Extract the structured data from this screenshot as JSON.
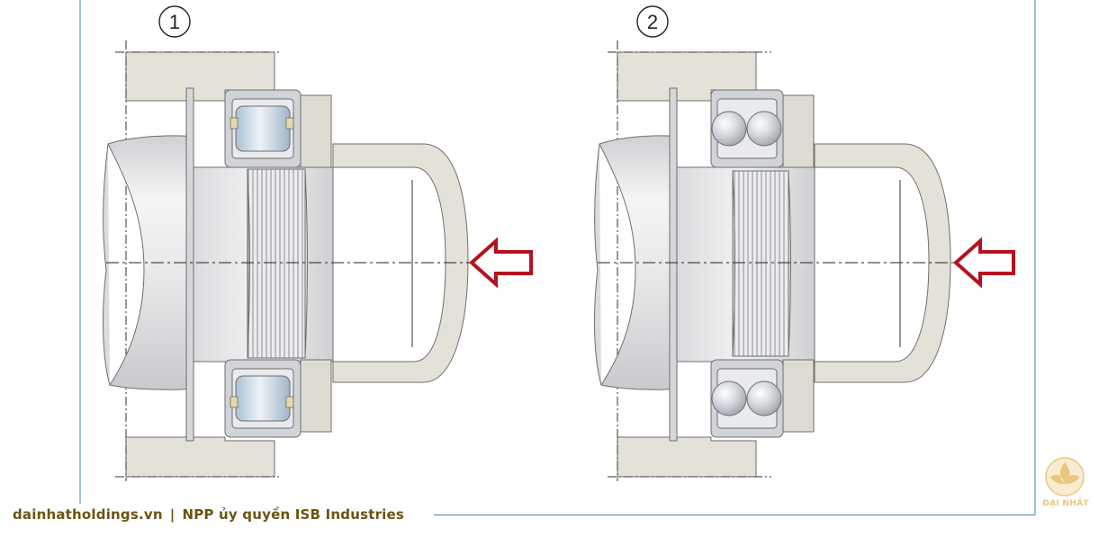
{
  "diagram": {
    "labels": [
      "1",
      "2"
    ]
  },
  "footer": {
    "site": "dainhatholdings.vn",
    "separator": "|",
    "tagline": "NPP ủy quyền ISB Industries"
  },
  "logo": {
    "text": "ĐẠI NHẤT"
  },
  "colors": {
    "arrow": "#b3121e",
    "frame": "#3a87a6",
    "housing": "#e4e2d8",
    "shaft": "#ececee",
    "footer_text": "#6b5412",
    "logo": "#e9c77e"
  },
  "icons": [
    "push-arrow-icon",
    "logo-lotus-icon"
  ]
}
